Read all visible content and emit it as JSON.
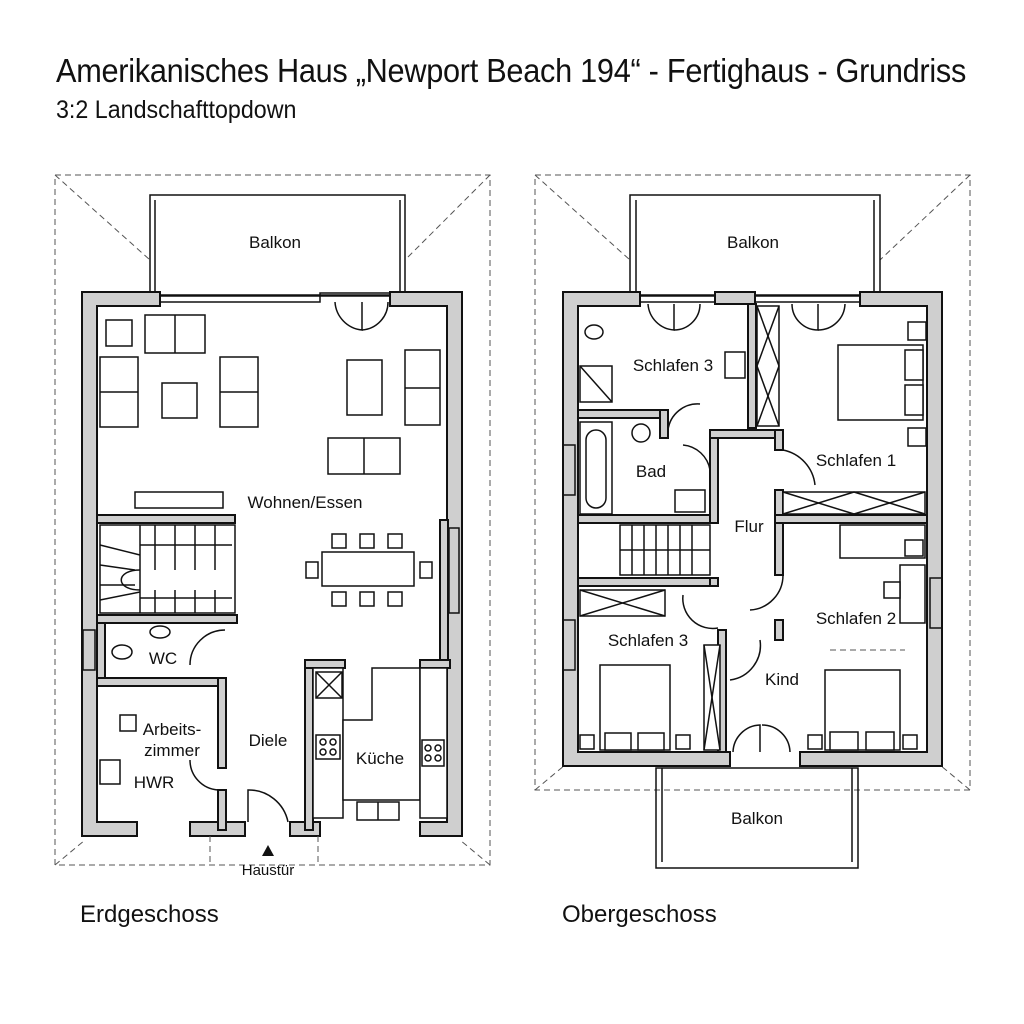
{
  "header": {
    "title": "Amerikanisches Haus „Newport Beach 194“ - Fertighaus - Grundriss",
    "subtitle": "3:2 Landschafttopdown"
  },
  "ground_floor": {
    "caption": "Erdgeschoss",
    "rooms": {
      "balkon": "Balkon",
      "wohnen": "Wohnen/Essen",
      "wc": "WC",
      "arbeits_1": "Arbeits-",
      "arbeits_2": "zimmer",
      "hwr": "HWR",
      "diele": "Diele",
      "kueche": "Küche",
      "haustuer": "Haustür"
    }
  },
  "upper_floor": {
    "caption": "Obergeschoss",
    "rooms": {
      "balkon_top": "Balkon",
      "schlafen3_top": "Schlafen 3",
      "bad": "Bad",
      "schlafen1": "Schlafen 1",
      "flur": "Flur",
      "schlafen2": "Schlafen 2",
      "schlafen3_bottom": "Schlafen 3",
      "kind": "Kind",
      "balkon_bottom": "Balkon"
    }
  }
}
